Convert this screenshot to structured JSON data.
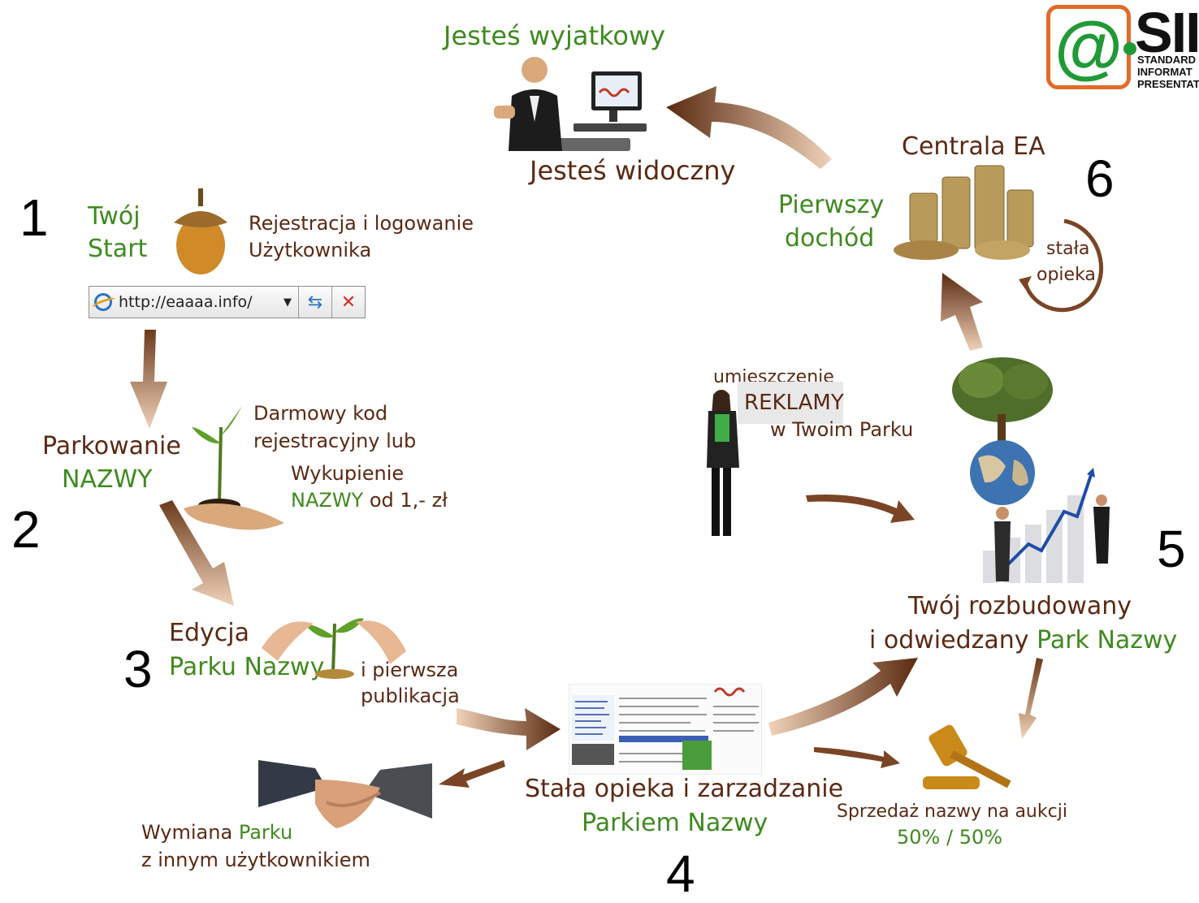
{
  "logo": {
    "word": "SII",
    "lines": [
      "STANDARD",
      "INFORMAT",
      "PRESENTAT"
    ]
  },
  "steps": {
    "s1": {
      "number": "1",
      "title_line1": "Twój",
      "title_line2": "Start",
      "desc_line1": "Rejestracja i logowanie",
      "desc_line2": "Użytkownika",
      "address_bar_url": "http://eaaaa.info/"
    },
    "s2": {
      "number": "2",
      "title_line1": "Parkowanie",
      "title_line2": "NAZWY",
      "desc_line1": "Darmowy kod",
      "desc_line2": "rejestracyjny lub",
      "buy_line1": "Wykupienie",
      "buy_line2_green": "NAZWY",
      "buy_line2_rest": " od 1,- zł"
    },
    "s3": {
      "number": "3",
      "title_line1": "Edycja",
      "title_line2": "Parku Nazwy",
      "desc_line1": "i pierwsza",
      "desc_line2": "publikacja"
    },
    "s4": {
      "number": "4",
      "title_line1": "Stała opieka i zarzadzanie",
      "title_line2": "Parkiem Nazwy"
    },
    "s5": {
      "number": "5",
      "title_line1": "Twój rozbudowany",
      "title_line2_brown": "i odwiedzany ",
      "title_line2_green": "Park Nazwy"
    },
    "s6": {
      "number": "6",
      "title": "Centrala EA",
      "left_line1": "Pierwszy",
      "left_line2": "dochód",
      "loop_line1": "stała",
      "loop_line2": "opieka"
    }
  },
  "top": {
    "label_top": "Jesteś wyjatkowy",
    "label_bottom": "Jesteś widoczny"
  },
  "exchange": {
    "line1_brown": "Wymiana ",
    "line1_green": "Parku",
    "line2": "z innym użytkownikiem"
  },
  "auction": {
    "line1": "Sprzedaż nazwy na aukcji",
    "line2": "50% / 50%"
  },
  "ads": {
    "line1": "umieszczenie",
    "line2": "REKLAMY",
    "line3": "w Twoim Parku"
  },
  "colors": {
    "brown": "#5b2913",
    "green": "#3f8a1f",
    "arrow": "#6b3a1c",
    "logo_orange": "#e26b2a",
    "logo_green": "#1f9a36"
  }
}
